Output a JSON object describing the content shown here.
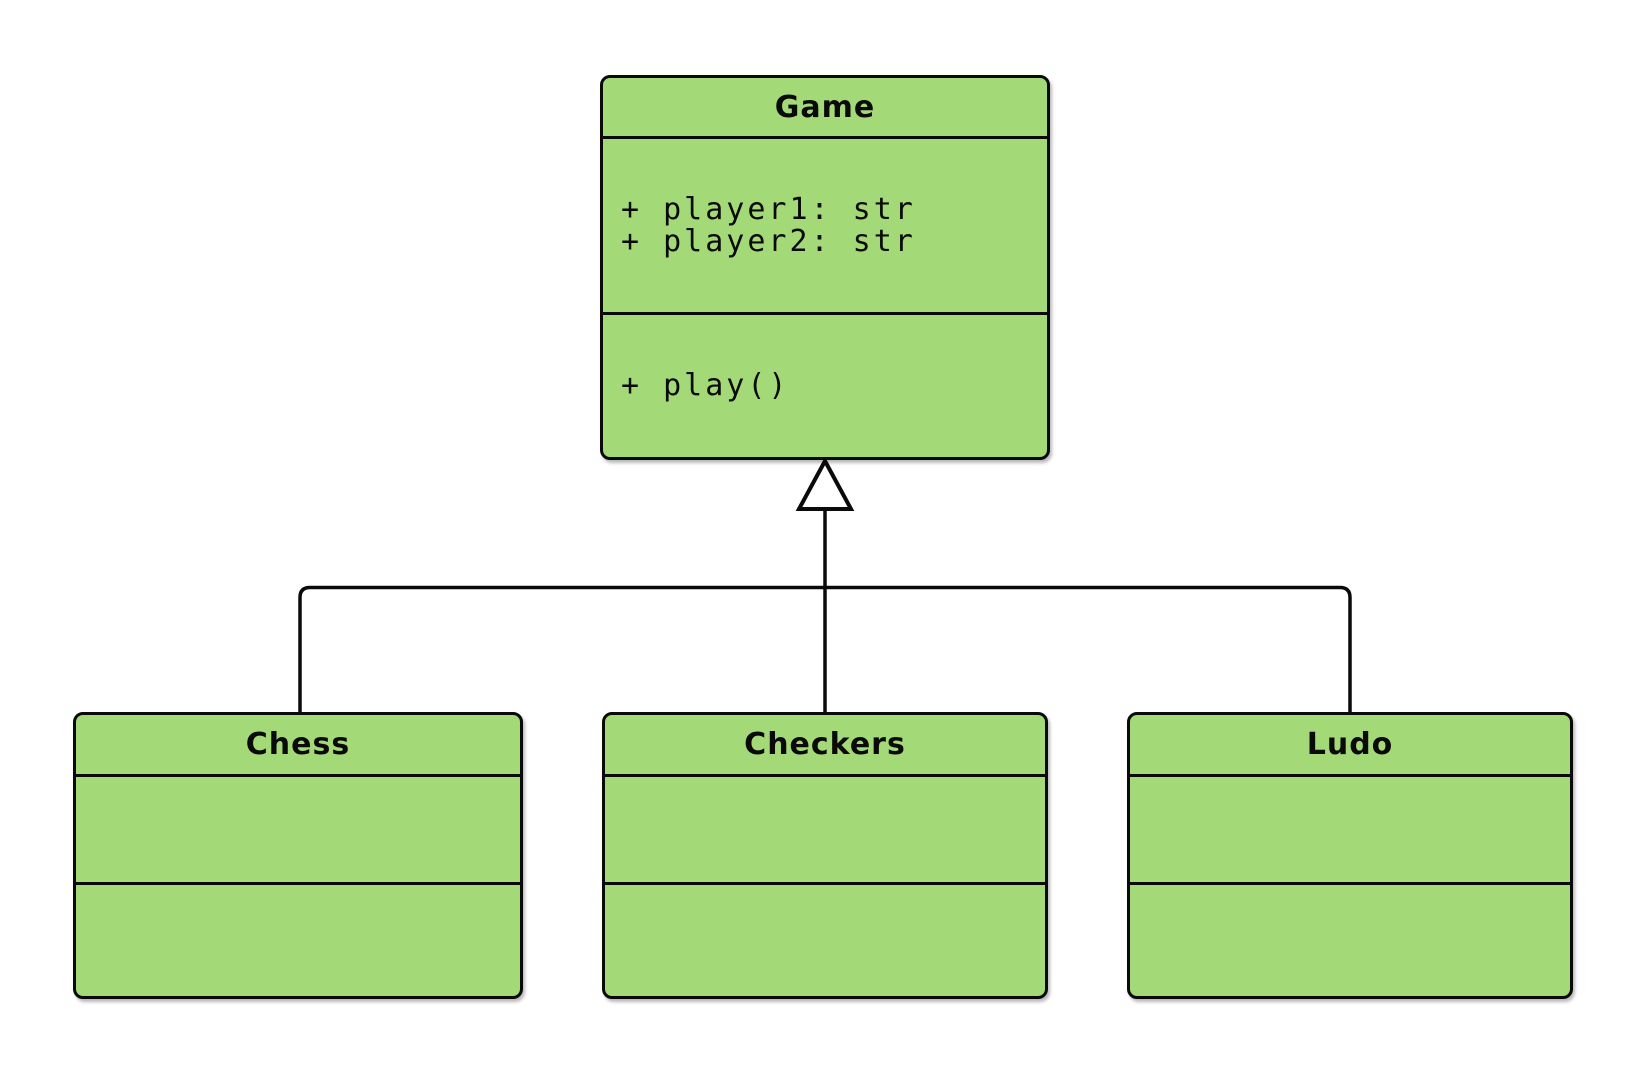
{
  "diagram": {
    "type": "uml-class-diagram",
    "classes": {
      "game": {
        "name": "Game",
        "attributes": [
          "+ player1: str",
          "+ player2: str"
        ],
        "methods": [
          "+ play()"
        ]
      },
      "chess": {
        "name": "Chess",
        "attributes": [],
        "methods": []
      },
      "checkers": {
        "name": "Checkers",
        "attributes": [],
        "methods": []
      },
      "ludo": {
        "name": "Ludo",
        "attributes": [],
        "methods": []
      }
    },
    "relationships": [
      {
        "type": "inheritance",
        "from": "Chess",
        "to": "Game",
        "marker": "hollow-triangle"
      },
      {
        "type": "inheritance",
        "from": "Checkers",
        "to": "Game",
        "marker": "hollow-triangle"
      },
      {
        "type": "inheritance",
        "from": "Ludo",
        "to": "Game",
        "marker": "hollow-triangle"
      }
    ],
    "colors": {
      "class_fill": "#a3d977",
      "stroke": "#0a0a0a",
      "background": "#ffffff"
    }
  }
}
